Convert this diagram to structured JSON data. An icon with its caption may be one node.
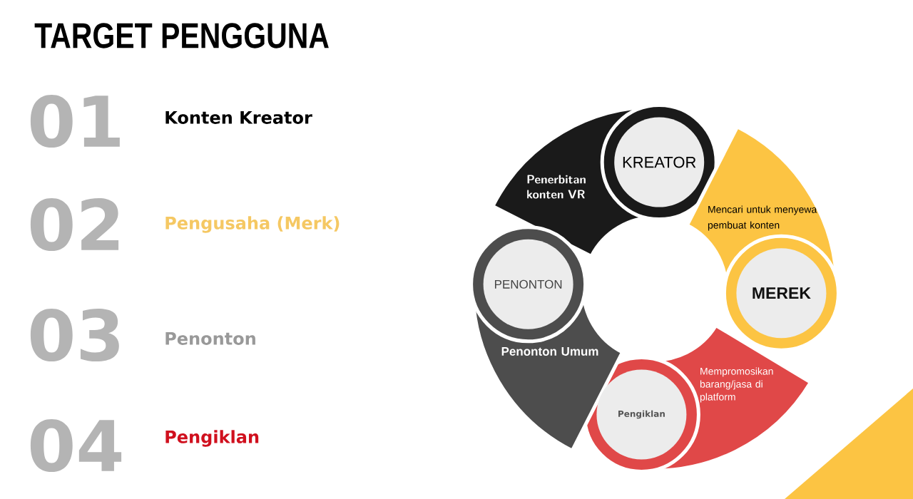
{
  "diagram": {
    "title": "TARGET PENGGUNA",
    "nodes": [
      {
        "text": [
          "Penerbitan konten VR"
        ]
      },
      {
        "text": [
          "KREATOR"
        ]
      },
      {
        "text": [
          "Mencari untuk menyewa pembuat konten"
        ]
      },
      {
        "text": [
          "MEREK"
        ]
      },
      {
        "text": [
          "Mempromosikan barang/jasa di platform"
        ]
      },
      {
        "text": [
          "Pengiklan"
        ]
      },
      {
        "text": [
          "Penonton Umum"
        ]
      },
      {
        "text": [
          "PENONTON"
        ]
      }
    ],
    "labels": [
      "01",
      "Konten Kreator",
      "02",
      "Pengusaha (Merk)",
      "03",
      "Penonton",
      "04",
      "Pengiklan"
    ]
  }
}
